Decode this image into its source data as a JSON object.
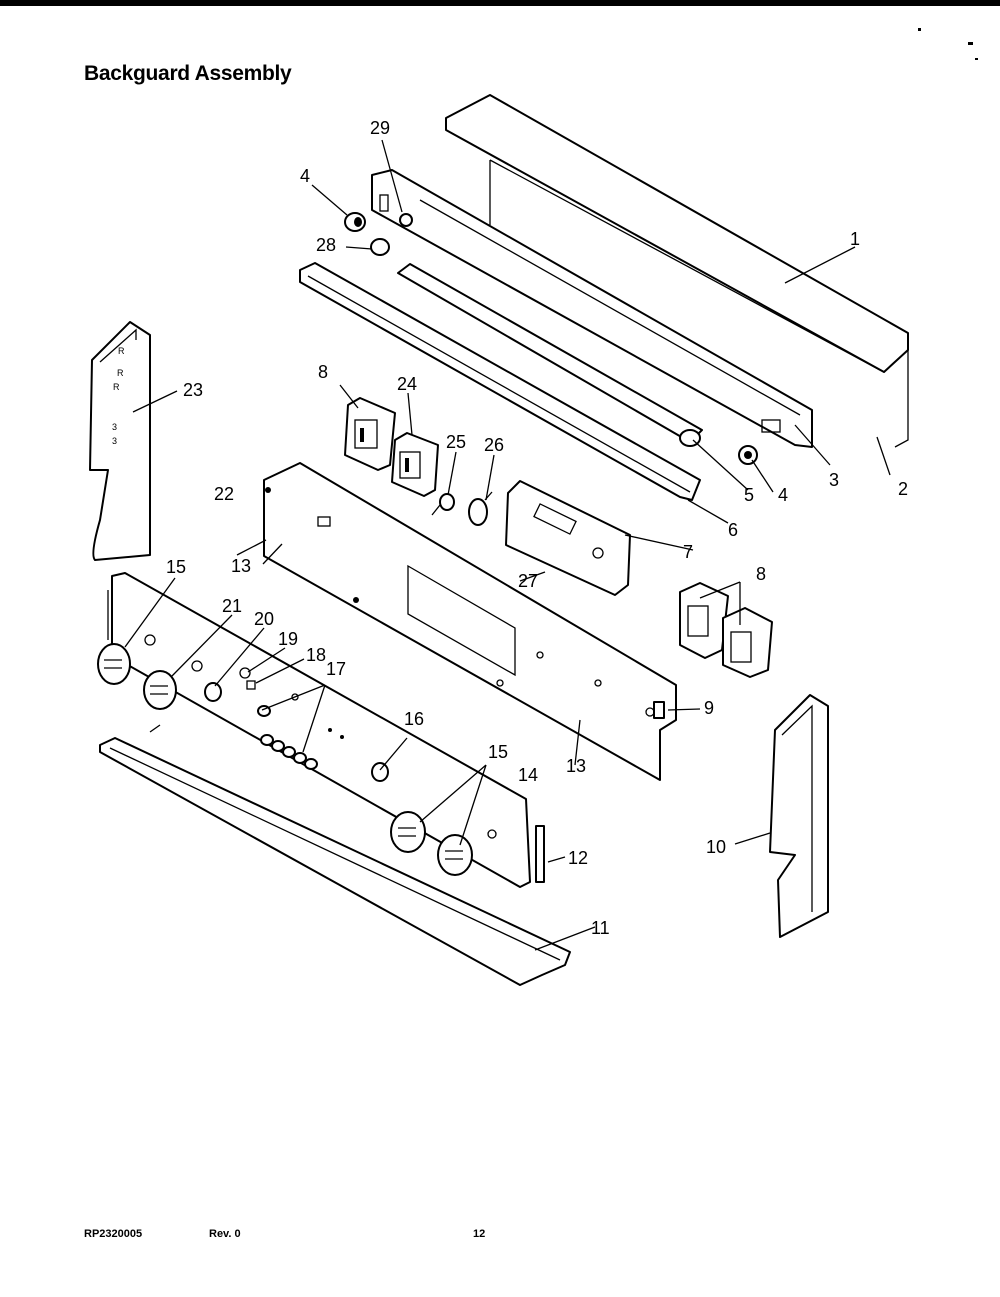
{
  "title": "Backguard Assembly",
  "footer": {
    "doc_id": "RP2320005",
    "revision": "Rev. 0",
    "page_number": "12"
  },
  "callouts": [
    "1",
    "2",
    "3",
    "4",
    "4",
    "5",
    "6",
    "7",
    "8",
    "8",
    "9",
    "10",
    "11",
    "12",
    "13",
    "13",
    "14",
    "15",
    "15",
    "16",
    "17",
    "18",
    "19",
    "20",
    "21",
    "22",
    "23",
    "24",
    "25",
    "26",
    "27",
    "28",
    "29"
  ]
}
